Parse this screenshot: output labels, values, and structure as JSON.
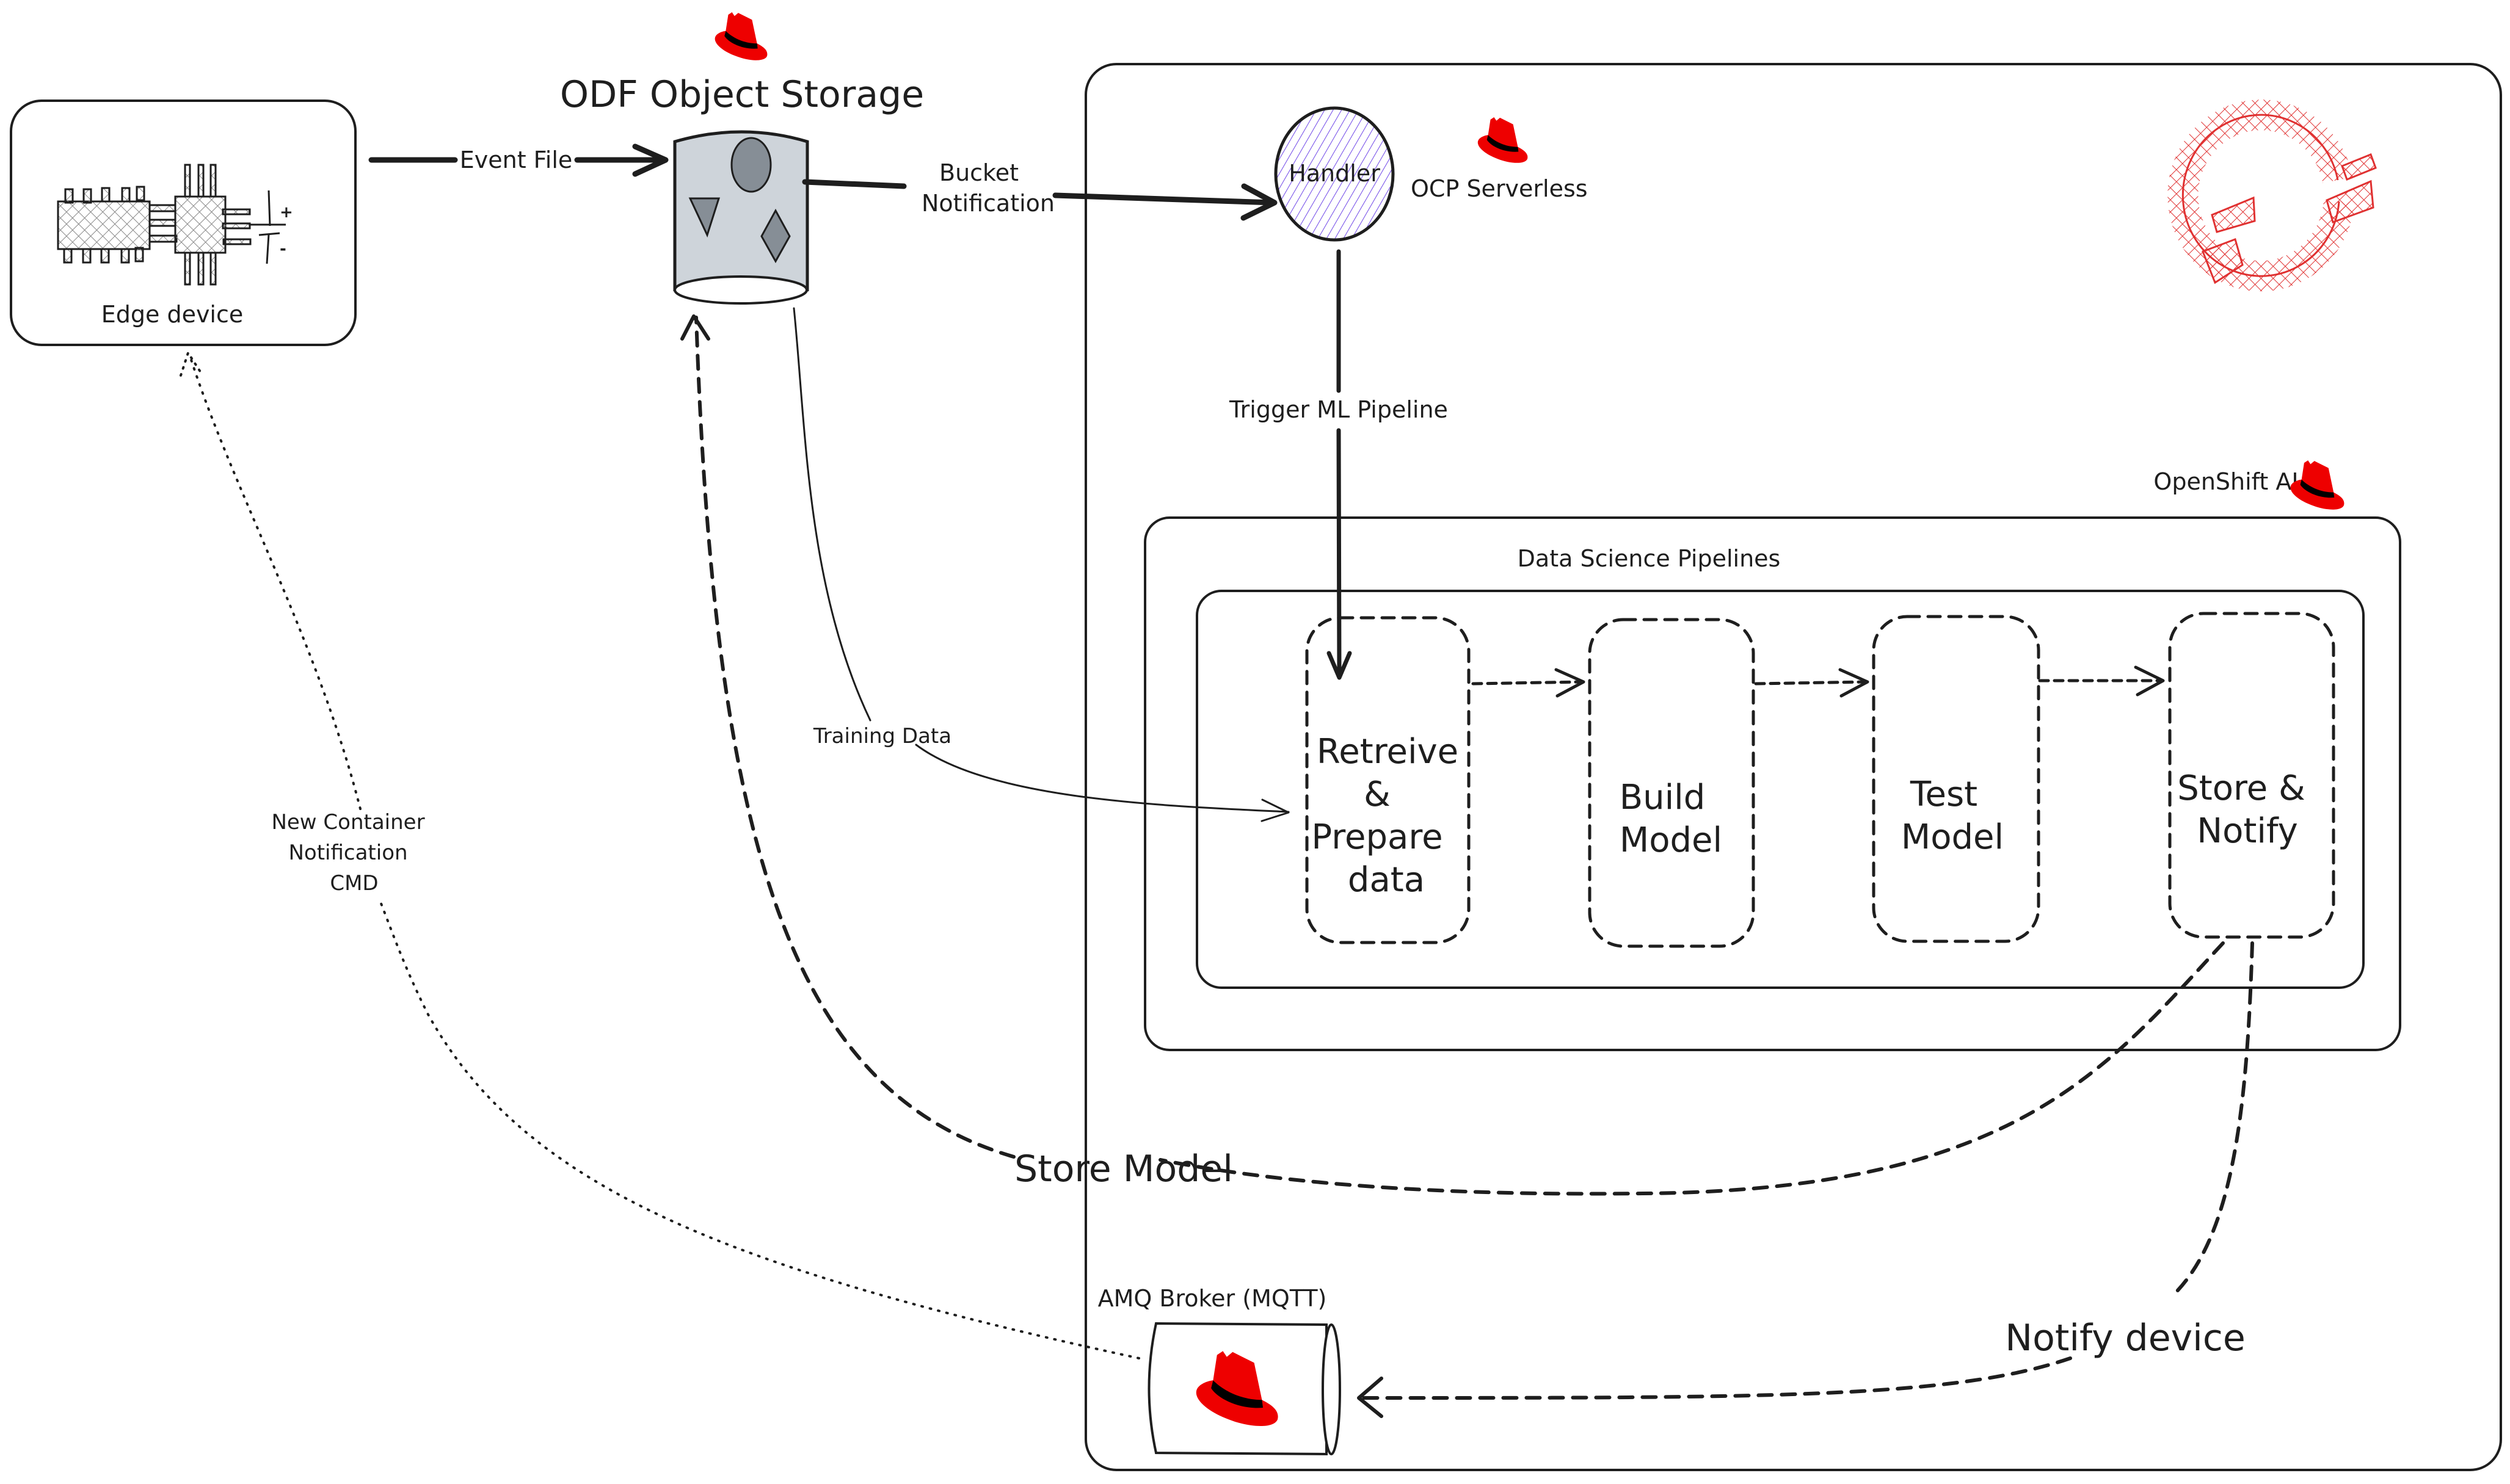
{
  "diagram": {
    "edge_device": {
      "label": "Edge device",
      "icon": "circuit-board-icon"
    },
    "odf": {
      "title": "ODF Object Storage",
      "icon": "redhat-hat-icon",
      "store_icon": "object-storage-cylinder-icon"
    },
    "ocp": {
      "handler_label": "Handler",
      "serverless_label": "OCP Serverless",
      "logo_icon": "openshift-logo-icon"
    },
    "openshift_ai": {
      "label": "OpenShift AI",
      "pipelines_label": "Data Science Pipelines",
      "steps": [
        {
          "lines": [
            "Retreive",
            "&",
            "Prepare",
            "data"
          ]
        },
        {
          "lines": [
            "Build",
            "Model"
          ]
        },
        {
          "lines": [
            "Test",
            "Model"
          ]
        },
        {
          "lines": [
            "Store &",
            "Notify"
          ]
        }
      ]
    },
    "amq": {
      "label": "AMQ Broker (MQTT)",
      "icon": "redhat-hat-icon"
    },
    "edges": {
      "event_file": "Event File",
      "bucket_notification": [
        "Bucket",
        "Notification"
      ],
      "trigger_ml_pipeline": "Trigger ML Pipeline",
      "training_data": "Training Data",
      "store_model": "Store Model",
      "notify_device": "Notify device",
      "new_container": [
        "New Container",
        "Notification",
        "CMD"
      ]
    },
    "colors": {
      "ink": "#1e1e1e",
      "redhat_red": "#ee0000",
      "openshift_red": "#e03131",
      "cylinder_fill": "#ced4da",
      "shape_fill": "#868e96",
      "handler_hatch": "#7048e8"
    }
  }
}
